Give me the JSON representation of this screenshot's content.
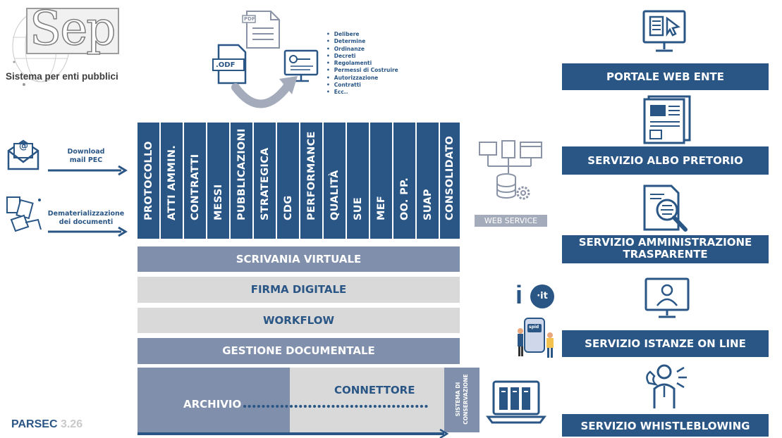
{
  "logo": {
    "letters": "Sep",
    "subtitle": "Sistema per enti pubblici"
  },
  "top_docs": {
    "odf_label": ".ODF",
    "pdf_label": "PDF"
  },
  "doc_types": [
    "Delibere",
    "Determine",
    "Ordinanze",
    "Decreti",
    "Regolamenti",
    "Permessi di Costruire",
    "Autorizzazione",
    "Contratti",
    "Ecc.."
  ],
  "inputs": {
    "mail_label": "Download\nmail PEC",
    "demat_label": "Dematerializzazione\ndei documenti"
  },
  "modules": [
    "PROTOCOLLO",
    "ATTI AMMIN.",
    "CONTRATTI",
    "MESSI",
    "PUBBLICAZIONI",
    "STRATEGICA",
    "CDG",
    "PERFORMANCE",
    "QUALITÀ",
    "SUE",
    "MEF",
    "OO. PP.",
    "SUAP",
    "CONSOLIDATO"
  ],
  "layers": {
    "scrivania": "SCRIVANIA VIRTUALE",
    "firma": "FIRMA DIGITALE",
    "workflow": "WORKFLOW",
    "gestione": "GESTIONE DOCUMENTALE",
    "archivio": "ARCHIVIO",
    "connettore": "CONNETTORE",
    "conservazione": "SISTEMA DI CONSERVAZIONE"
  },
  "web_service": "WEB SERVICE",
  "services": [
    "PORTALE WEB ENTE",
    "SERVIZIO ALBO PRETORIO",
    "SERVIZIO AMMINISTRAZIONE TRASPARENTE",
    "SERVIZIO ISTANZE ON LINE",
    "SERVIZIO WHISTLEBLOWING"
  ],
  "io_app": {
    "letter": "i",
    "badge": "·it",
    "spid": "spid"
  },
  "footer": {
    "brand": "PARSEC",
    "version": "3.26"
  },
  "colors": {
    "navy": "#2a5686",
    "slate": "#7f8fac",
    "light_gray": "#d9d9d9",
    "mid_gray": "#a4acbc"
  }
}
